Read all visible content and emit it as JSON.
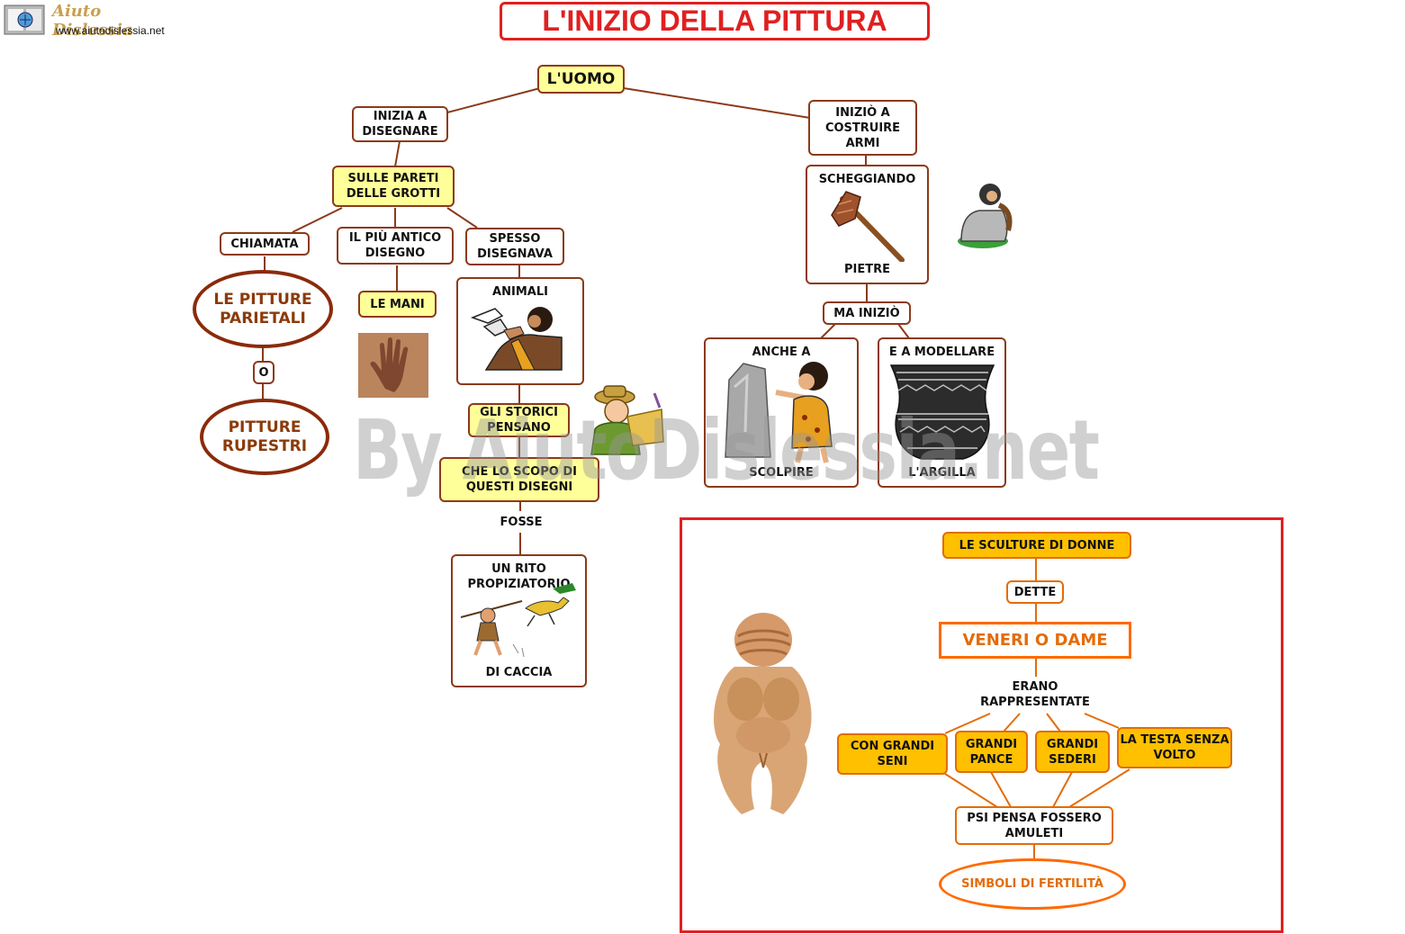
{
  "logo": {
    "title": "Aiuto Dislessia",
    "url": "www.aiutodislessia.net"
  },
  "title": "L'INIZIO DELLA PITTURA",
  "watermark": "By AiutoDislessia.net",
  "nodes": {
    "uomo": "L'UOMO",
    "inizia_disegnare": "INIZIA A DISEGNARE",
    "pareti": "SULLE PARETI DELLE GROTTI",
    "chiamata": "CHIAMATA",
    "pitture_parietali": "LE PITTURE PARIETALI",
    "o": "O",
    "pitture_rupestri": "PITTURE RUPESTRI",
    "piu_antico": "IL PIÙ ANTICO DISEGNO",
    "le_mani": "LE MANI",
    "spesso": "SPESSO DISEGNAVA",
    "animali": "ANIMALI",
    "storici": "GLI STORICI PENSANO",
    "scopo": "CHE LO SCOPO DI QUESTI DISEGNI",
    "fosse": "FOSSE",
    "rito_top": "UN RITO PROPIZIATORIO",
    "rito_bottom": "DI CACCIA",
    "costruire": "INIZIÒ A COSTRUIRE ARMI",
    "scheggiando": "SCHEGGIANDO",
    "pietre": "PIETRE",
    "ma_inizio": "MA INIZIÒ",
    "anche_a": "ANCHE A",
    "scolpire": "SCOLPIRE",
    "modellare": "E A MODELLARE",
    "argilla": "L'ARGILLA"
  },
  "venus": {
    "sculture": "LE SCULTURE DI DONNE",
    "dette": "DETTE",
    "veneri": "VENERI O DAME",
    "erano": "ERANO RAPPRESENTATE",
    "seni": "CON GRANDI SENI",
    "pance": "GRANDI PANCE",
    "sederi": "GRANDI SEDERI",
    "testa": "LA TESTA SENZA VOLTO",
    "psi": "PSI PENSA FOSSERO AMULETI",
    "simboli": "SIMBOLI DI FERTILITÀ"
  },
  "colors": {
    "title_red": "#e02020",
    "node_border": "#8b3a1a",
    "yellow_fill": "#ffff99",
    "orange_fill": "#ffc000",
    "orange_border": "#e36c09"
  }
}
